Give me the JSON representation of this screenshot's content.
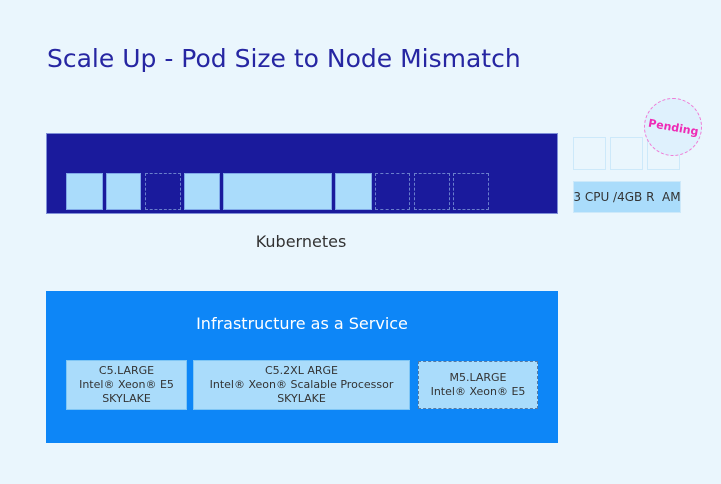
{
  "title": "Scale Up - Pod Size to Node Mismatch",
  "kubernetes": {
    "label": "Kubernetes",
    "pods": [
      {
        "state": "filled"
      },
      {
        "state": "filled"
      },
      {
        "state": "empty"
      },
      {
        "state": "filled"
      },
      {
        "state": "filled"
      },
      {
        "state": "filled"
      },
      {
        "state": "empty"
      },
      {
        "state": "empty"
      },
      {
        "state": "empty"
      }
    ]
  },
  "pending_pod": {
    "badge": "Pending",
    "request": "3 CPU /4GB R  AM"
  },
  "iaas": {
    "title": "Infrastructure as a Service",
    "instances": [
      {
        "name": "C5.LARGE",
        "cpu": "Intel® Xeon® E5",
        "arch": "SKYLAKE"
      },
      {
        "name": "C5.2XL ARGE",
        "cpu": "Intel® Xeon® Scalable Processor",
        "arch": "SKYLAKE"
      },
      {
        "name": "M5.LARGE",
        "cpu": "Intel® Xeon® E5"
      }
    ]
  },
  "colors": {
    "kube": "#1a1a9c",
    "iaas": "#0d86f7",
    "pod": "#aadcfb",
    "pending": "#ee2bb5"
  }
}
